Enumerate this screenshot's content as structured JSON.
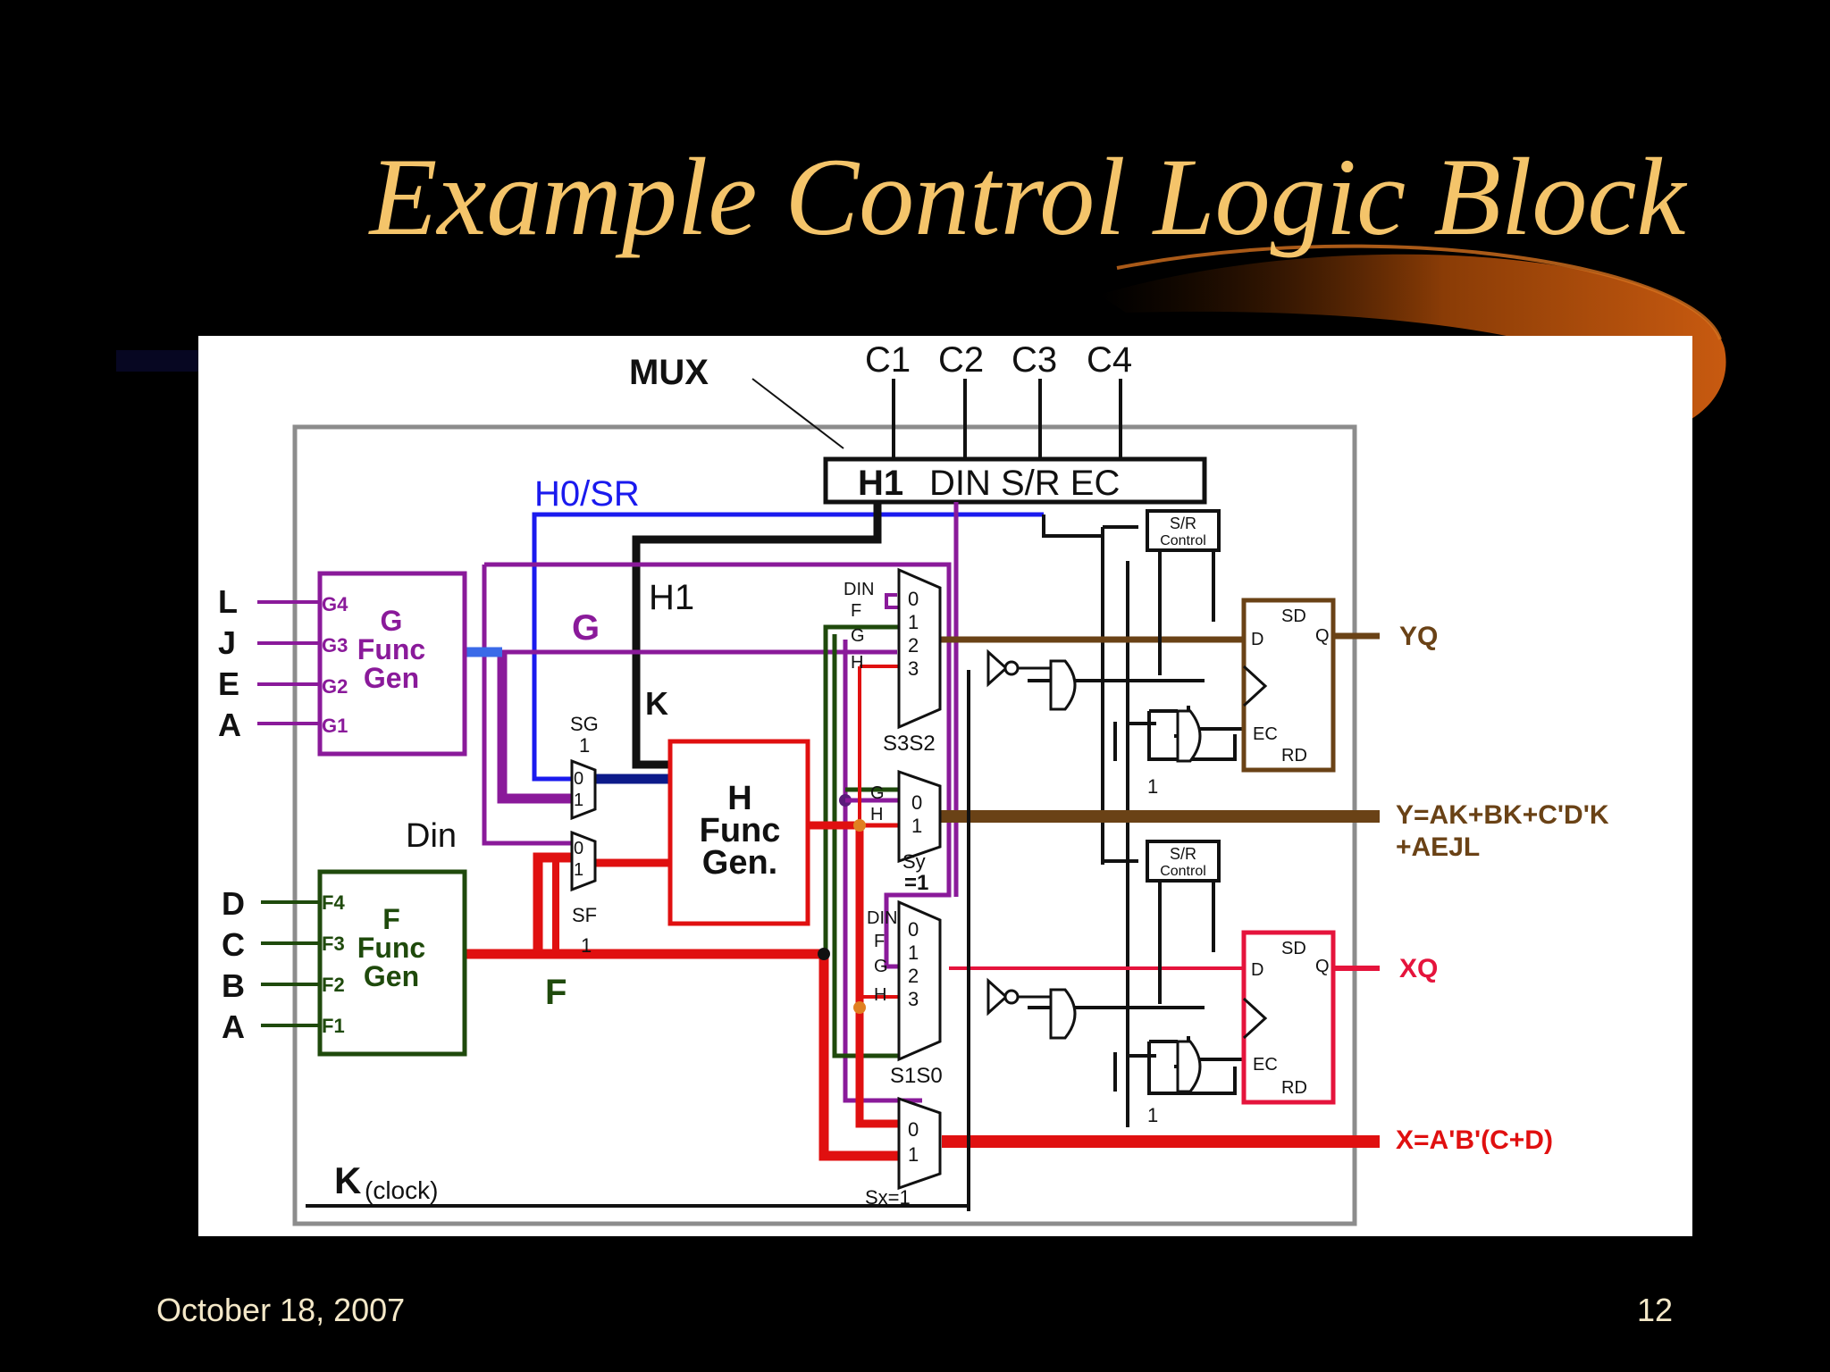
{
  "slide": {
    "title": "Example Control Logic Block",
    "date": "October 18, 2007",
    "page": "12"
  },
  "colors": {
    "title": "#f4c46a",
    "purple": "#8a1a9a",
    "blue": "#1a1aee",
    "navy": "#0c1a8a",
    "red": "#e01010",
    "green": "#1f4a0c",
    "brown": "#6a4216",
    "crimson": "#e5143c"
  },
  "diagram": {
    "mux_label": "MUX",
    "c_inputs": [
      "C1",
      "C2",
      "C3",
      "C4"
    ],
    "mux_bar": {
      "h1": "H1",
      "rest": "DIN S/R EC"
    },
    "h0sr": "H0/SR",
    "h1_label": "H1",
    "k_label": "K",
    "g_wire": "G",
    "f_wire": "F",
    "din_label": "Din",
    "g_gen": {
      "lines": [
        "G",
        "Func",
        "Gen"
      ],
      "inputs": [
        {
          "ext": "L",
          "pin": "G4"
        },
        {
          "ext": "J",
          "pin": "G3"
        },
        {
          "ext": "E",
          "pin": "G2"
        },
        {
          "ext": "A",
          "pin": "G1"
        }
      ]
    },
    "f_gen": {
      "lines": [
        "F",
        "Func",
        "Gen"
      ],
      "inputs": [
        {
          "ext": "D",
          "pin": "F4"
        },
        {
          "ext": "C",
          "pin": "F3"
        },
        {
          "ext": "B",
          "pin": "F2"
        },
        {
          "ext": "A",
          "pin": "F1"
        }
      ]
    },
    "h_gen": {
      "lines": [
        "H",
        "Func",
        "Gen."
      ]
    },
    "sg": {
      "label": "SG",
      "value": "1"
    },
    "sf": {
      "label": "SF",
      "value": "1"
    },
    "sr_control": [
      "S/R",
      "Control"
    ],
    "mux_y": {
      "inputs": [
        "DIN",
        "F",
        "G",
        "H"
      ],
      "pins": [
        "0",
        "1",
        "2",
        "3"
      ],
      "select": "S3S2"
    },
    "mux_x": {
      "inputs": [
        "DIN",
        "F",
        "G",
        "H"
      ],
      "pins": [
        "0",
        "1",
        "2",
        "3"
      ],
      "select": "S1S0"
    },
    "mux_sy": {
      "inputs": [
        "G",
        "H"
      ],
      "pins": [
        "0",
        "1"
      ],
      "label_1": "Sy",
      "label_2": "=1"
    },
    "mux_sx": {
      "pins": [
        "0",
        "1"
      ],
      "label": "Sx=1"
    },
    "ff": {
      "sd": "SD",
      "d": "D",
      "q": "Q",
      "ec": "EC",
      "rd": "RD",
      "one": "1"
    },
    "outputs": {
      "yq": "YQ",
      "y_1": "Y=AK+BK+C'D'K",
      "y_2": "+AEJL",
      "xq": "XQ",
      "x": "X=A'B'(C+D)"
    },
    "clock": {
      "k": "K",
      "text": "(clock)"
    }
  }
}
